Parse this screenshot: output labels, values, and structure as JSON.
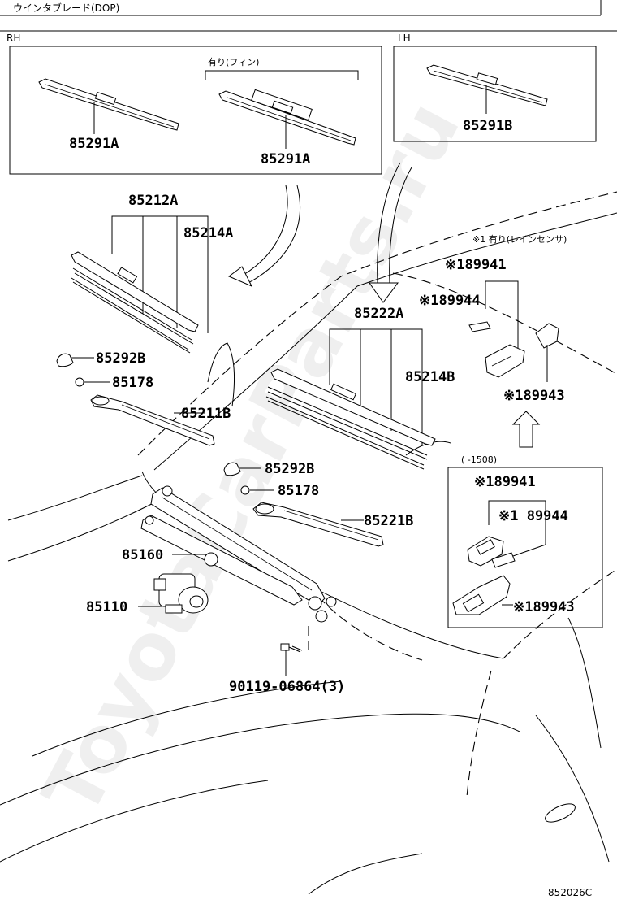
{
  "header": {
    "title": "ウインタブレード(DOP)"
  },
  "panels": {
    "rh": {
      "label": "RH",
      "fin_note": "有り(フィン)"
    },
    "lh": {
      "label": "LH"
    },
    "inset": {
      "label": "(   -1508)"
    }
  },
  "notes": {
    "rain_sensor": "※1 有り(レインセンサ)"
  },
  "parts": {
    "p85291A_1": "85291A",
    "p85291A_2": "85291A",
    "p85291B": "85291B",
    "p85212A": "85212A",
    "p85214A": "85214A",
    "p85222A": "85222A",
    "p85214B": "85214B",
    "p85292B_1": "85292B",
    "p85178_1": "85178",
    "p85211B": "85211B",
    "p85292B_2": "85292B",
    "p85178_2": "85178",
    "p85221B": "85221B",
    "p85160": "85160",
    "p85110": "85110",
    "p90119": "90119-06864(3)",
    "s89941_1": "※189941",
    "s89944_1": "※189944",
    "s89943_1": "※189943",
    "s89941_2": "※189941",
    "s89944_2": "※1 89944",
    "s89943_2": "※189943"
  },
  "watermark": "ToyotaCarParts.ru",
  "figure_code": "852026C",
  "colors": {
    "line": "#000000",
    "background": "#ffffff"
  }
}
